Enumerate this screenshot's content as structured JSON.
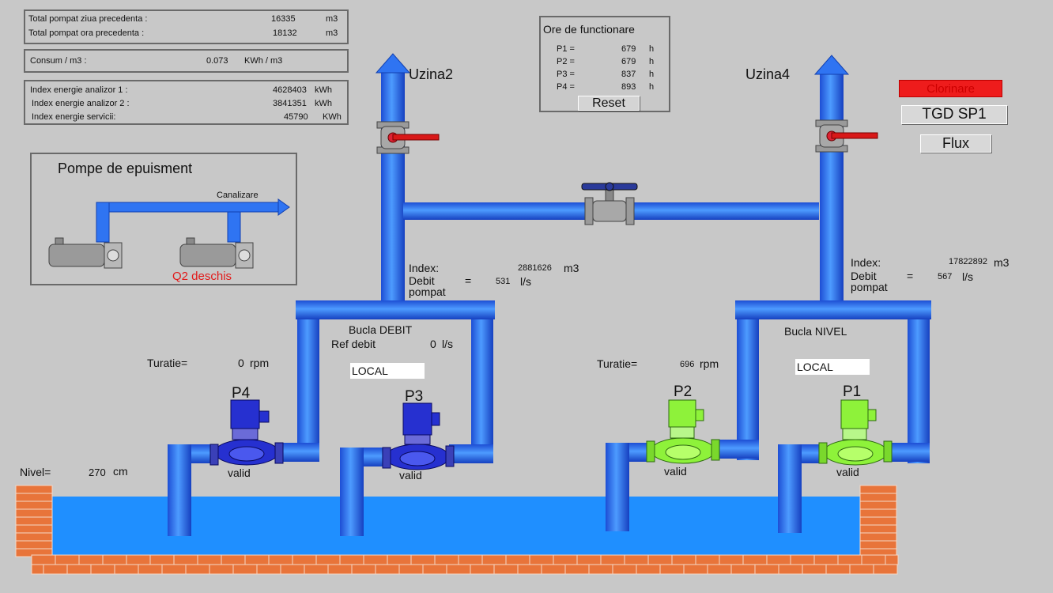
{
  "stats": {
    "total_day_label": "Total pompat ziua precedenta :",
    "total_day_value": "16335",
    "total_day_unit": "m3",
    "total_hour_label": "Total pompat ora precedenta :",
    "total_hour_value": "18132",
    "total_hour_unit": "m3",
    "consum_label": "Consum / m3 :",
    "consum_value": "0.073",
    "consum_unit": "KWh / m3",
    "idx1_label": "Index energie analizor 1 :",
    "idx1_value": "4628403",
    "idx1_unit": "kWh",
    "idx2_label": "Index energie analizor 2 :",
    "idx2_value": "3841351",
    "idx2_unit": "kWh",
    "idx3_label": "Index energie servicii:",
    "idx3_value": "45790",
    "idx3_unit": "KWh"
  },
  "hours": {
    "title": "Ore de functionare",
    "rows": [
      {
        "label": "P1 =",
        "value": "679",
        "unit": "h"
      },
      {
        "label": "P2 =",
        "value": "679",
        "unit": "h"
      },
      {
        "label": "P3 =",
        "value": "837",
        "unit": "h"
      },
      {
        "label": "P4 =",
        "value": "893",
        "unit": "h"
      }
    ],
    "reset_label": "Reset"
  },
  "buttons": {
    "clorinare": "Clorinare",
    "tgd": "TGD SP1",
    "flux": "Flux"
  },
  "colors": {
    "clorinare_bg": "#ee1c1c",
    "pipe": "#2f74f2",
    "pump_active": "#8ef23a",
    "pump_inactive": "#2630d0",
    "brick": "#e8743a",
    "water": "#1f8fff",
    "status_red": "#e21a1a"
  },
  "drain": {
    "title": "Pompe de epuisment",
    "canal_label": "Canalizare",
    "status": "Q2 deschis"
  },
  "left": {
    "uzina": "Uzina2",
    "index_label": "Index:",
    "index_value": "2881626",
    "index_unit": "m3",
    "debit_label": "Debit",
    "debit_eq": "=",
    "pompat_label": "pompat",
    "debit_value": "531",
    "debit_unit": "l/s",
    "bucla": "Bucla DEBIT",
    "ref_label": "Ref debit",
    "ref_value": "0",
    "ref_unit": "l/s",
    "turatie_label": "Turatie=",
    "turatie_value": "0",
    "turatie_unit": "rpm",
    "mode": "LOCAL"
  },
  "right": {
    "uzina": "Uzina4",
    "index_label": "Index:",
    "index_value": "17822892",
    "index_unit": "m3",
    "debit_label": "Debit",
    "debit_eq": "=",
    "pompat_label": "pompat",
    "debit_value": "567",
    "debit_unit": "l/s",
    "bucla": "Bucla NIVEL",
    "turatie_label": "Turatie=",
    "turatie_value": "696",
    "turatie_unit": "rpm",
    "mode": "LOCAL"
  },
  "pumps": [
    {
      "name": "P4",
      "status": "valid",
      "state": "inactive"
    },
    {
      "name": "P3",
      "status": "valid",
      "state": "inactive"
    },
    {
      "name": "P2",
      "status": "valid",
      "state": "active"
    },
    {
      "name": "P1",
      "status": "valid",
      "state": "active"
    }
  ],
  "nivel": {
    "label": "Nivel=",
    "value": "270",
    "unit": "cm"
  }
}
